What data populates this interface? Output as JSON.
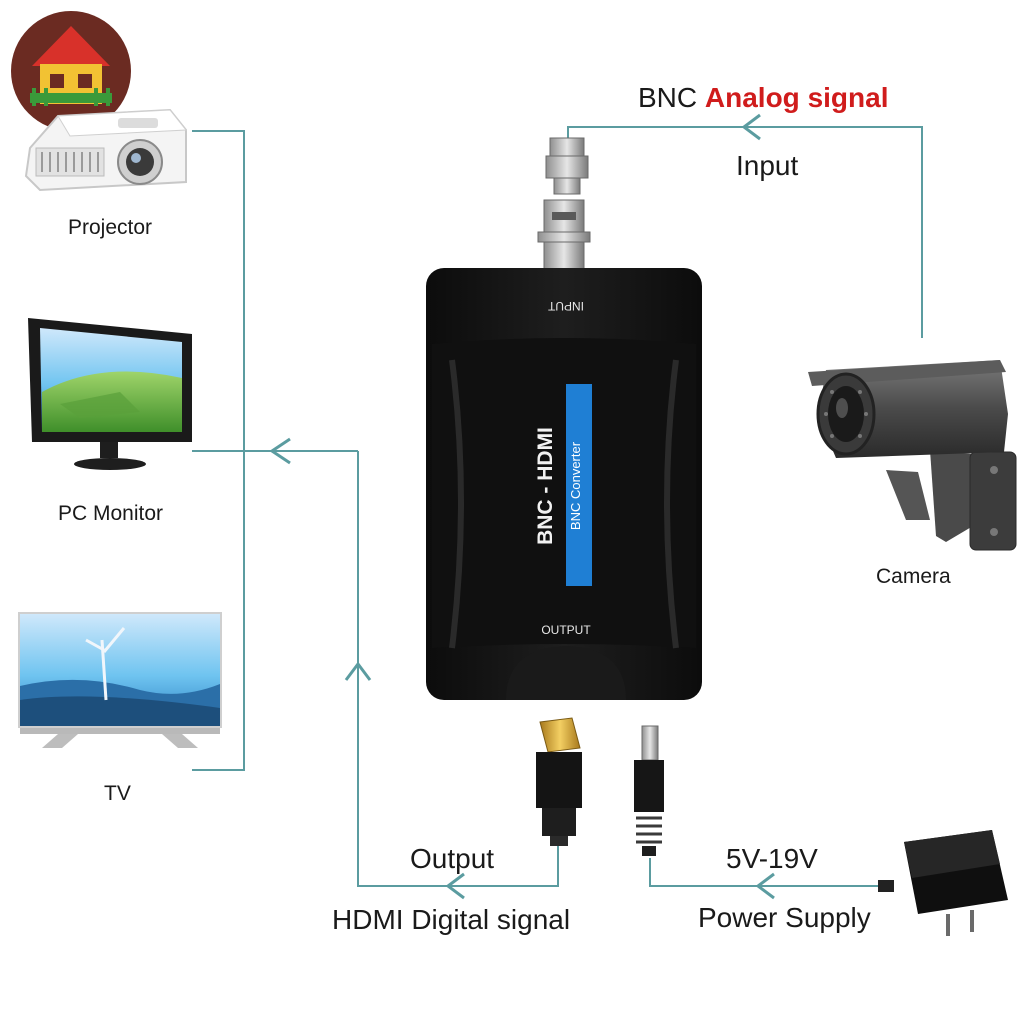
{
  "devices": {
    "projector": "Projector",
    "pc_monitor": "PC Monitor",
    "tv": "TV",
    "camera": "Camera"
  },
  "converter": {
    "input_port_label": "INPUT",
    "output_port_label": "OUTPUT",
    "model": "BNC - HDMI",
    "subtitle": "BNC Converter"
  },
  "signals": {
    "input": {
      "prefix": "BNC",
      "highlight": "Analog signal",
      "caption": "Input"
    },
    "output": {
      "caption": "Output",
      "description": "HDMI Digital signal"
    },
    "power": {
      "voltage": "5V-19V",
      "description": "Power Supply"
    }
  },
  "colors": {
    "connector_line": "#5b9ca0",
    "highlight_text": "#d01c1c",
    "converter_body": "#141414",
    "converter_stripe": "#1f7fd4",
    "logo_circle": "#6b2b22"
  }
}
